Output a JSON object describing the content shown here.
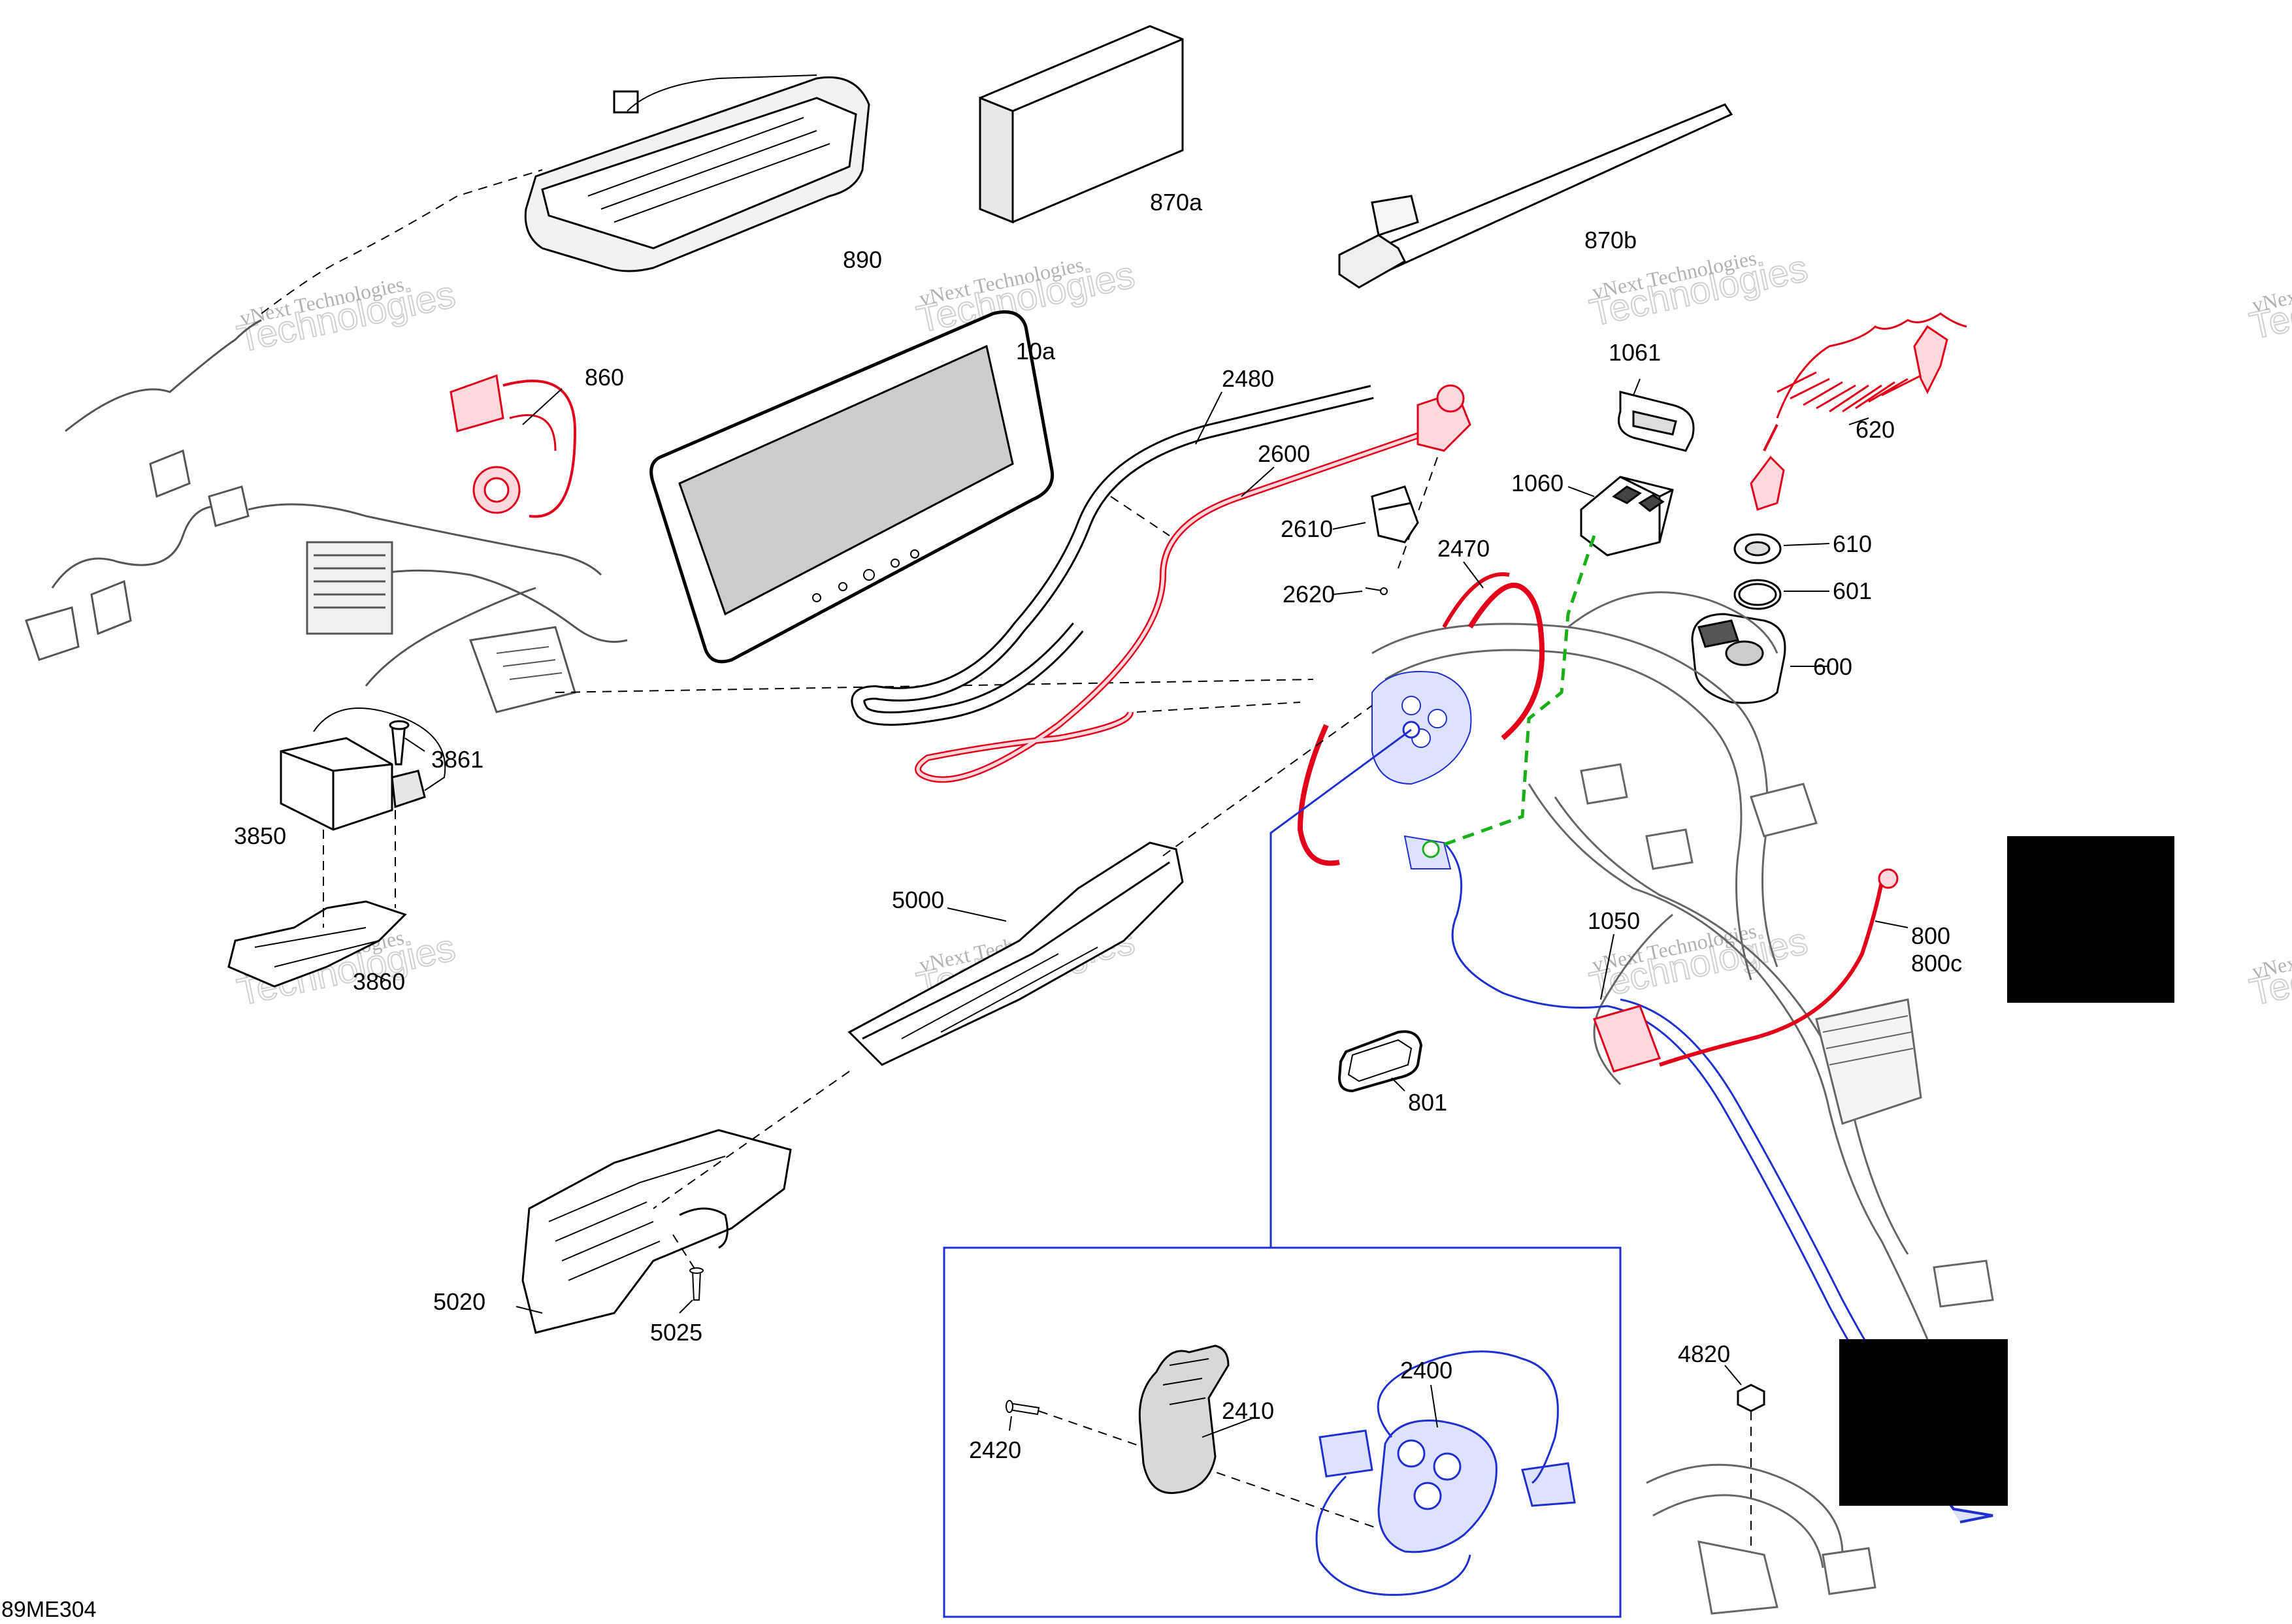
{
  "diagram": {
    "code": "89ME304",
    "watermark": {
      "line1": "vNext Technologies",
      "line2": "Technologies",
      "line3": "vNext"
    },
    "colors": {
      "red_part": "#e2001a",
      "blue_part": "#1f2fd1",
      "green_link": "#18b018",
      "redaction": "#000000",
      "line": "#000000"
    },
    "callouts": [
      {
        "id": "890",
        "text": "890"
      },
      {
        "id": "870a",
        "text": "870a"
      },
      {
        "id": "870b",
        "text": "870b"
      },
      {
        "id": "860",
        "text": "860"
      },
      {
        "id": "10a",
        "text": "10a"
      },
      {
        "id": "2480",
        "text": "2480"
      },
      {
        "id": "2600",
        "text": "2600"
      },
      {
        "id": "2610",
        "text": "2610"
      },
      {
        "id": "2620",
        "text": "2620"
      },
      {
        "id": "2470",
        "text": "2470"
      },
      {
        "id": "1061",
        "text": "1061"
      },
      {
        "id": "1060",
        "text": "1060"
      },
      {
        "id": "620",
        "text": "620"
      },
      {
        "id": "610",
        "text": "610"
      },
      {
        "id": "601",
        "text": "601"
      },
      {
        "id": "600",
        "text": "600"
      },
      {
        "id": "3861",
        "text": "3861"
      },
      {
        "id": "3850",
        "text": "3850"
      },
      {
        "id": "3860",
        "text": "3860"
      },
      {
        "id": "5000",
        "text": "5000"
      },
      {
        "id": "1050",
        "text": "1050"
      },
      {
        "id": "800",
        "text": "800"
      },
      {
        "id": "800c",
        "text": "800c"
      },
      {
        "id": "801",
        "text": "801"
      },
      {
        "id": "5020",
        "text": "5020"
      },
      {
        "id": "5025",
        "text": "5025"
      },
      {
        "id": "4820",
        "text": "4820"
      },
      {
        "id": "2400",
        "text": "2400"
      },
      {
        "id": "2410",
        "text": "2410"
      },
      {
        "id": "2420",
        "text": "2420"
      }
    ]
  }
}
